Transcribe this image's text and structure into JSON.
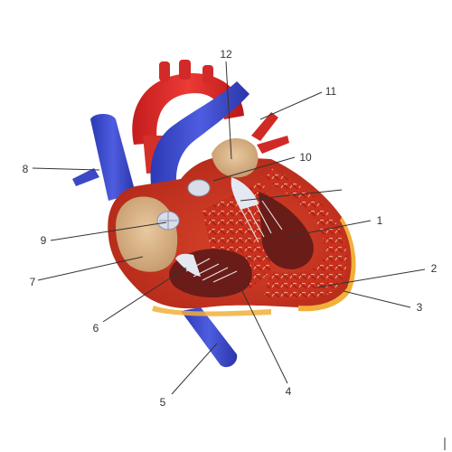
{
  "labels": [
    "1",
    "2",
    "3",
    "4",
    "5",
    "6",
    "7",
    "8",
    "9",
    "10",
    "11",
    "12"
  ],
  "colors": {
    "oxygenated": "#e02a2a",
    "deoxygenated": "#3441c4",
    "myocardium": "#c8301c",
    "chamber": "#6e1f1a",
    "valve": "#d6dbe6",
    "fat": "#f2b23c",
    "atrium_wall": "#d8b58a",
    "leader_line": "#333333"
  }
}
